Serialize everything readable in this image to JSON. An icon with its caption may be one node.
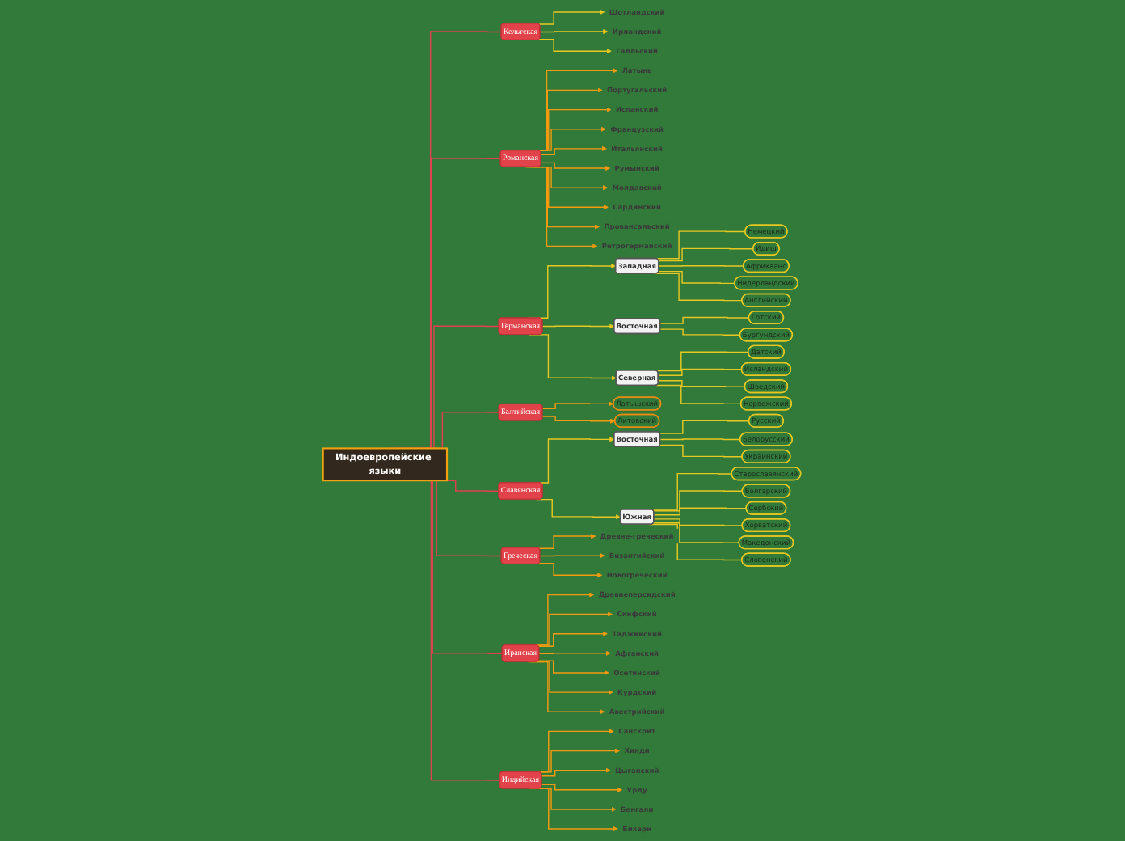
{
  "diagram": {
    "nodes": [
      {
        "text": [
          "Индоевропейские языки"
        ]
      },
      {
        "text": [
          "Кельтская"
        ]
      },
      {
        "text": [
          "Шотландский"
        ]
      },
      {
        "text": [
          "Ирландский"
        ]
      },
      {
        "text": [
          "Галльский"
        ]
      },
      {
        "text": [
          "Романская"
        ]
      },
      {
        "text": [
          "Латынь"
        ]
      },
      {
        "text": [
          "Португальский"
        ]
      },
      {
        "text": [
          "Испанский"
        ]
      },
      {
        "text": [
          "Французский"
        ]
      },
      {
        "text": [
          "Итальянский"
        ]
      },
      {
        "text": [
          "Румынский"
        ]
      },
      {
        "text": [
          "Молдавский"
        ]
      },
      {
        "text": [
          "Сардинский"
        ]
      },
      {
        "text": [
          "Провансальский"
        ]
      },
      {
        "text": [
          "Ретрогерманский"
        ]
      },
      {
        "text": [
          "Германская"
        ]
      },
      {
        "text": [
          "Западная"
        ]
      },
      {
        "text": [
          "Немецкий"
        ]
      },
      {
        "text": [
          "Идиш"
        ]
      },
      {
        "text": [
          "Африкаанс"
        ]
      },
      {
        "text": [
          "Нидерландский"
        ]
      },
      {
        "text": [
          "Английский"
        ]
      },
      {
        "text": [
          "Восточная"
        ]
      },
      {
        "text": [
          "Готский"
        ]
      },
      {
        "text": [
          "Бургундский"
        ]
      },
      {
        "text": [
          "Северная"
        ]
      },
      {
        "text": [
          "Датский"
        ]
      },
      {
        "text": [
          "Исландский"
        ]
      },
      {
        "text": [
          "Шведский"
        ]
      },
      {
        "text": [
          "Норвежский"
        ]
      },
      {
        "text": [
          "Балтийская"
        ]
      },
      {
        "text": [
          "Латышский"
        ]
      },
      {
        "text": [
          "Литовский"
        ]
      },
      {
        "text": [
          "Славянская"
        ]
      },
      {
        "text": [
          "Восточная"
        ]
      },
      {
        "text": [
          "Русский"
        ]
      },
      {
        "text": [
          "Белорусский"
        ]
      },
      {
        "text": [
          "Украинский"
        ]
      },
      {
        "text": [
          "Южная"
        ]
      },
      {
        "text": [
          "Старославянский"
        ]
      },
      {
        "text": [
          "Болгарский"
        ]
      },
      {
        "text": [
          "Сербский"
        ]
      },
      {
        "text": [
          "Хорватский"
        ]
      },
      {
        "text": [
          "Македонский"
        ]
      },
      {
        "text": [
          "Словенский"
        ]
      },
      {
        "text": [
          "Греческая"
        ]
      },
      {
        "text": [
          "Древне-греческий"
        ]
      },
      {
        "text": [
          "Византийский"
        ]
      },
      {
        "text": [
          "Новогреческий"
        ]
      },
      {
        "text": [
          "Иранская"
        ]
      },
      {
        "text": [
          "Древнеперсидский"
        ]
      },
      {
        "text": [
          "Скифский"
        ]
      },
      {
        "text": [
          "Таджикский"
        ]
      },
      {
        "text": [
          "Афганский"
        ]
      },
      {
        "text": [
          "Осетинский"
        ]
      },
      {
        "text": [
          "Курдский"
        ]
      },
      {
        "text": [
          "Авестрийский"
        ]
      },
      {
        "text": [
          "Индийская"
        ]
      },
      {
        "text": [
          "Санскрит"
        ]
      },
      {
        "text": [
          "Хинди"
        ]
      },
      {
        "text": [
          "Цыганский"
        ]
      },
      {
        "text": [
          "Урду"
        ]
      },
      {
        "text": [
          "Бенгали"
        ]
      },
      {
        "text": [
          "Бихари"
        ]
      }
    ],
    "edges": [
      {
        "from": 0,
        "to": 1,
        "arrow": "none",
        "color": "#e04050"
      },
      {
        "from": 1,
        "to": 2,
        "arrow": "to",
        "color": "#e8c820"
      },
      {
        "from": 1,
        "to": 3,
        "arrow": "to",
        "color": "#e8c820"
      },
      {
        "from": 1,
        "to": 4,
        "arrow": "to",
        "color": "#e8c820"
      },
      {
        "from": 0,
        "to": 5,
        "arrow": "none",
        "color": "#e04050"
      },
      {
        "from": 5,
        "to": 6,
        "arrow": "to"
      },
      {
        "from": 5,
        "to": 7,
        "arrow": "to"
      },
      {
        "from": 5,
        "to": 8,
        "arrow": "to"
      },
      {
        "from": 5,
        "to": 9,
        "arrow": "to"
      },
      {
        "from": 5,
        "to": 10,
        "arrow": "to"
      },
      {
        "from": 5,
        "to": 11,
        "arrow": "to"
      },
      {
        "from": 5,
        "to": 12,
        "arrow": "to"
      },
      {
        "from": 5,
        "to": 13,
        "arrow": "to"
      },
      {
        "from": 5,
        "to": 14,
        "arrow": "to"
      },
      {
        "from": 5,
        "to": 15,
        "arrow": "to"
      },
      {
        "from": 0,
        "to": 16,
        "arrow": "none",
        "color": "#e04050"
      },
      {
        "from": 16,
        "to": 17,
        "arrow": "to",
        "color": "#e8c820"
      },
      {
        "from": 17,
        "to": 18,
        "arrow": "none",
        "color": "#e8c820"
      },
      {
        "from": 17,
        "to": 19,
        "arrow": "none",
        "color": "#e8c820"
      },
      {
        "from": 17,
        "to": 20,
        "arrow": "none",
        "color": "#e8c820"
      },
      {
        "from": 17,
        "to": 21,
        "arrow": "none",
        "color": "#e8c820"
      },
      {
        "from": 17,
        "to": 22,
        "arrow": "none",
        "color": "#e8c820"
      },
      {
        "from": 16,
        "to": 23,
        "arrow": "to",
        "color": "#e8c820"
      },
      {
        "from": 23,
        "to": 24,
        "arrow": "none",
        "color": "#e8c820"
      },
      {
        "from": 23,
        "to": 25,
        "arrow": "none",
        "color": "#e8c820"
      },
      {
        "from": 16,
        "to": 26,
        "arrow": "to",
        "color": "#e8c820"
      },
      {
        "from": 26,
        "to": 27,
        "arrow": "none",
        "color": "#e8c820"
      },
      {
        "from": 26,
        "to": 28,
        "arrow": "none",
        "color": "#e8c820"
      },
      {
        "from": 26,
        "to": 29,
        "arrow": "none",
        "color": "#e8c820"
      },
      {
        "from": 26,
        "to": 30,
        "arrow": "none",
        "color": "#e8c820"
      },
      {
        "from": 0,
        "to": 31,
        "arrow": "none",
        "color": "#e04050"
      },
      {
        "from": 31,
        "to": 32,
        "arrow": "to"
      },
      {
        "from": 31,
        "to": 33,
        "arrow": "to"
      },
      {
        "from": 0,
        "to": 34,
        "arrow": "none",
        "color": "#e04050"
      },
      {
        "from": 34,
        "to": 35,
        "arrow": "to",
        "color": "#e8c820"
      },
      {
        "from": 35,
        "to": 36,
        "arrow": "none",
        "color": "#e8c820"
      },
      {
        "from": 35,
        "to": 37,
        "arrow": "none",
        "color": "#e8c820"
      },
      {
        "from": 35,
        "to": 38,
        "arrow": "none",
        "color": "#e8c820"
      },
      {
        "from": 34,
        "to": 39,
        "arrow": "to",
        "color": "#e8c820"
      },
      {
        "from": 39,
        "to": 40,
        "arrow": "none",
        "color": "#e8c820"
      },
      {
        "from": 39,
        "to": 41,
        "arrow": "none",
        "color": "#e8c820"
      },
      {
        "from": 39,
        "to": 42,
        "arrow": "none",
        "color": "#e8c820"
      },
      {
        "from": 39,
        "to": 43,
        "arrow": "none",
        "color": "#e8c820"
      },
      {
        "from": 39,
        "to": 44,
        "arrow": "none",
        "color": "#e8c820"
      },
      {
        "from": 39,
        "to": 45,
        "arrow": "none",
        "color": "#e8c820"
      },
      {
        "from": 0,
        "to": 46,
        "arrow": "none",
        "color": "#e04050"
      },
      {
        "from": 46,
        "to": 47,
        "arrow": "to"
      },
      {
        "from": 46,
        "to": 48,
        "arrow": "to"
      },
      {
        "from": 46,
        "to": 49,
        "arrow": "to"
      },
      {
        "from": 0,
        "to": 50,
        "arrow": "none",
        "color": "#e04050"
      },
      {
        "from": 50,
        "to": 51,
        "arrow": "to"
      },
      {
        "from": 50,
        "to": 52,
        "arrow": "to"
      },
      {
        "from": 50,
        "to": 53,
        "arrow": "to"
      },
      {
        "from": 50,
        "to": 54,
        "arrow": "to"
      },
      {
        "from": 50,
        "to": 55,
        "arrow": "to"
      },
      {
        "from": 50,
        "to": 56,
        "arrow": "to"
      },
      {
        "from": 50,
        "to": 57,
        "arrow": "to"
      },
      {
        "from": 0,
        "to": 58,
        "arrow": "none",
        "color": "#e04050"
      },
      {
        "from": 58,
        "to": 59,
        "arrow": "to"
      },
      {
        "from": 58,
        "to": 60,
        "arrow": "to"
      },
      {
        "from": 58,
        "to": 61,
        "arrow": "to"
      },
      {
        "from": 58,
        "to": 62,
        "arrow": "to"
      },
      {
        "from": 58,
        "to": 63,
        "arrow": "to"
      },
      {
        "from": 58,
        "to": 64,
        "arrow": "to"
      }
    ]
  }
}
